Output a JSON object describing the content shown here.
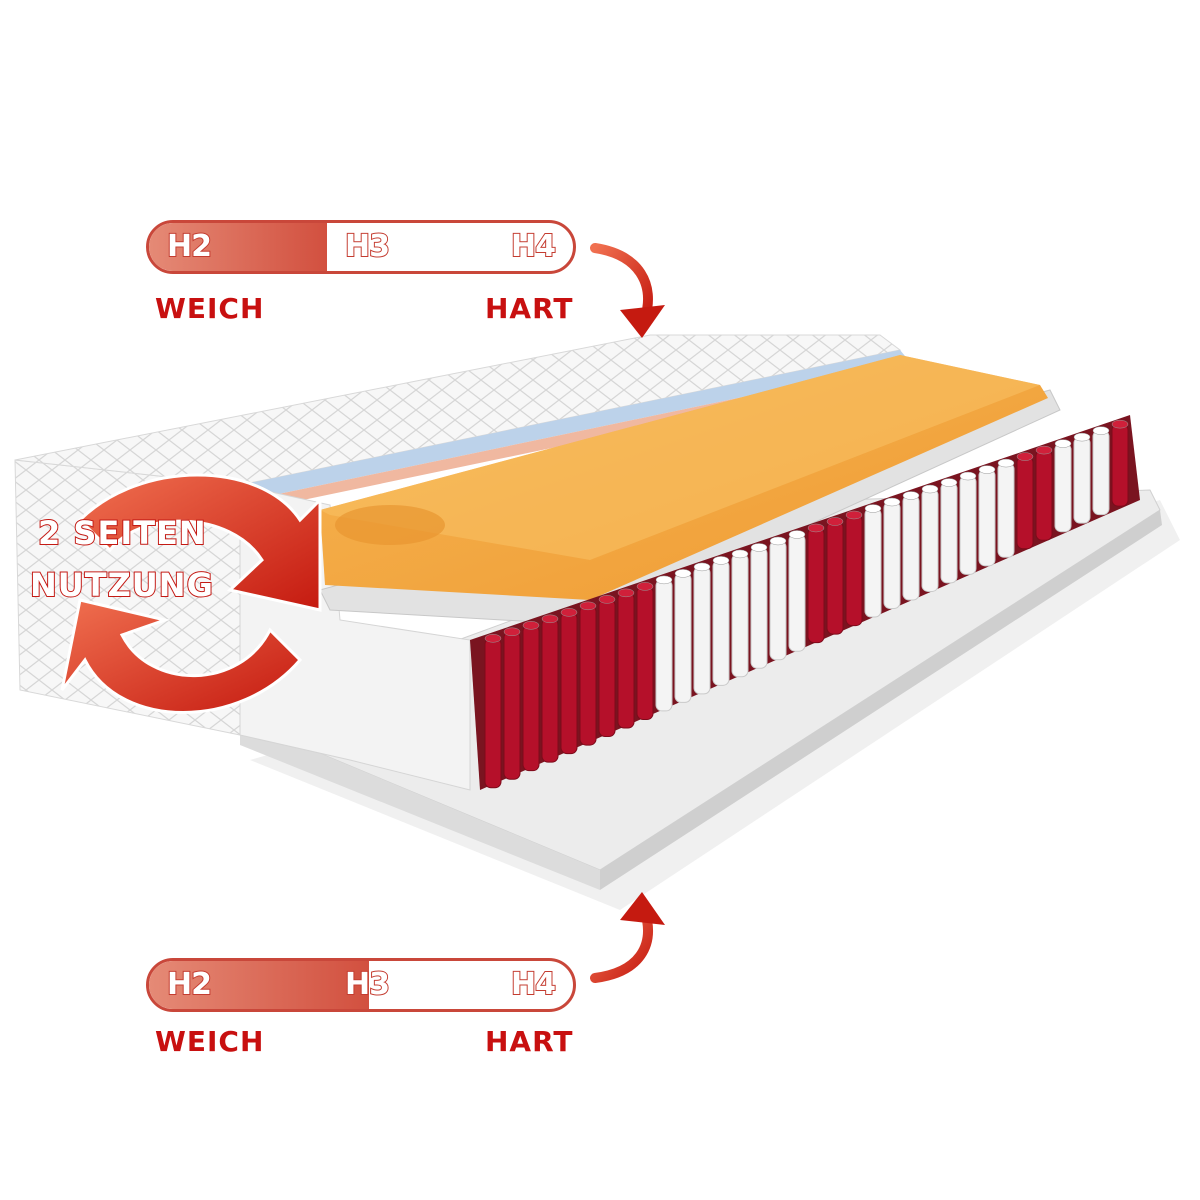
{
  "top_rating": {
    "levels": [
      "H2",
      "H3",
      "H4"
    ],
    "fill_fraction": 0.42,
    "soft_label": "WEICH",
    "hard_label": "HART"
  },
  "bottom_rating": {
    "levels": [
      "H2",
      "H3",
      "H4"
    ],
    "fill_fraction": 0.52,
    "soft_label": "WEICH",
    "hard_label": "HART"
  },
  "two_sides": {
    "line1": "2 SEITEN",
    "line2": "NUTZUNG"
  },
  "colors": {
    "accent": "#c81010",
    "foam": "#f2a23c",
    "pocket_red": "#b5102a",
    "pocket_white": "#f4f4f4"
  }
}
